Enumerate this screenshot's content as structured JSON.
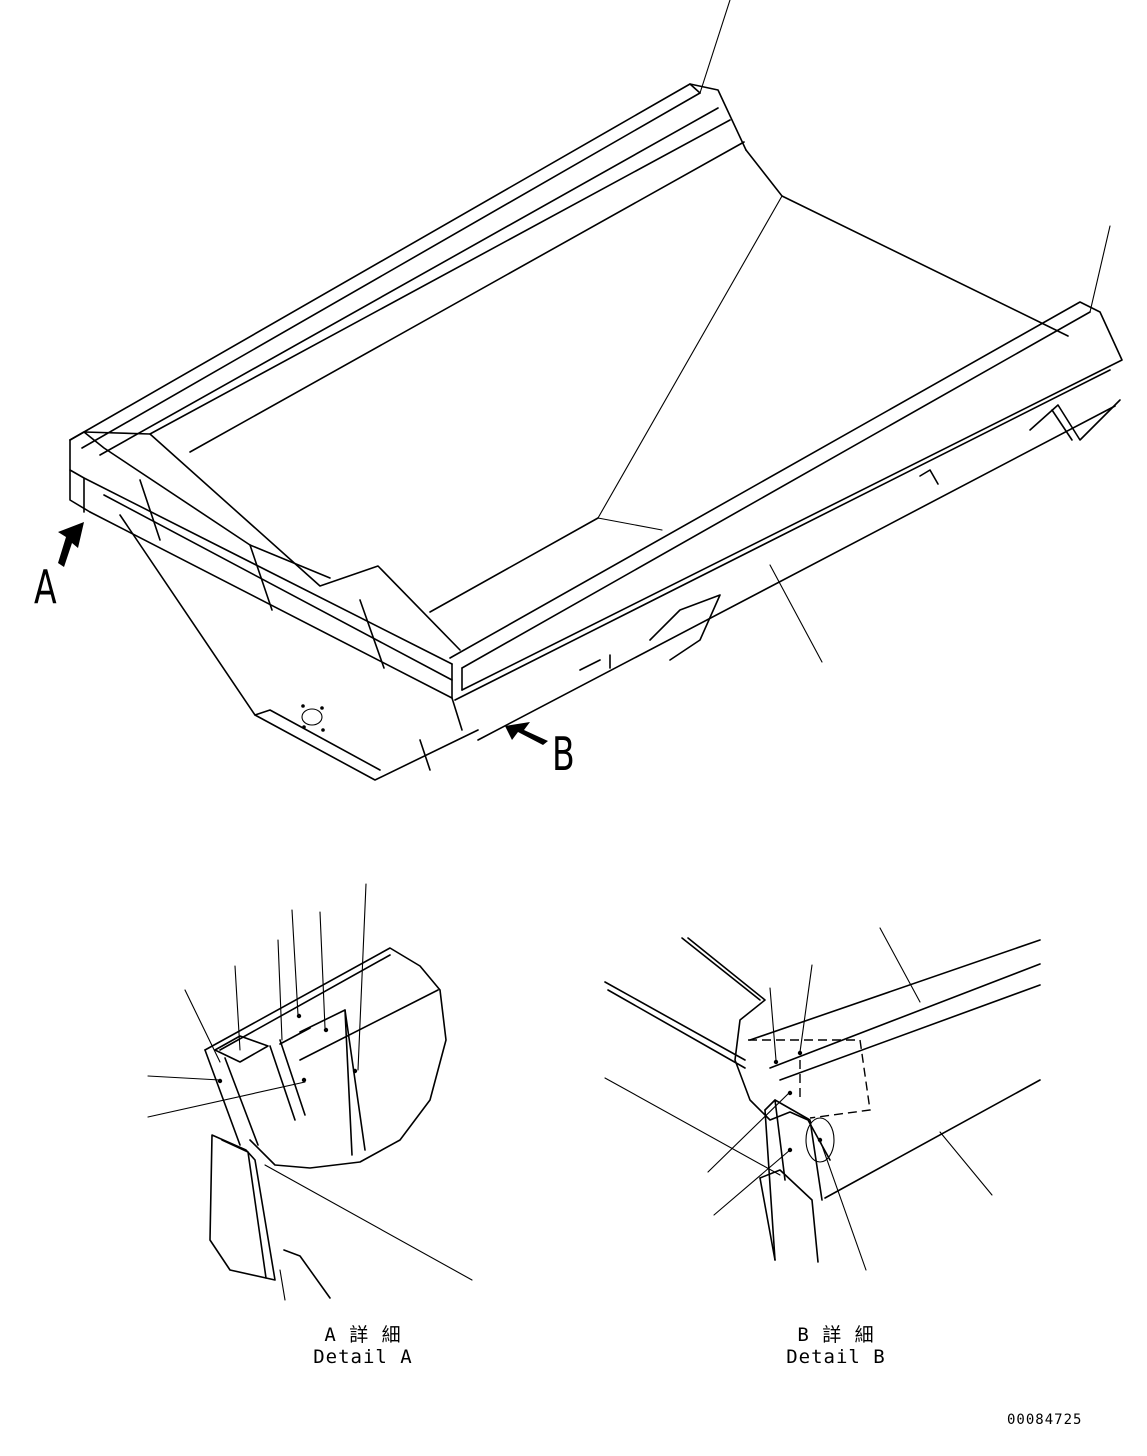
{
  "callouts": {
    "a": "A",
    "b": "B"
  },
  "detail_a": {
    "caption_jp": "A 詳 細",
    "caption_en": "Detail A"
  },
  "detail_b": {
    "caption_jp": "B 詳 細",
    "caption_en": "Detail B"
  },
  "document_number": "00084725",
  "colors": {
    "line": "#000000",
    "background": "#ffffff"
  }
}
